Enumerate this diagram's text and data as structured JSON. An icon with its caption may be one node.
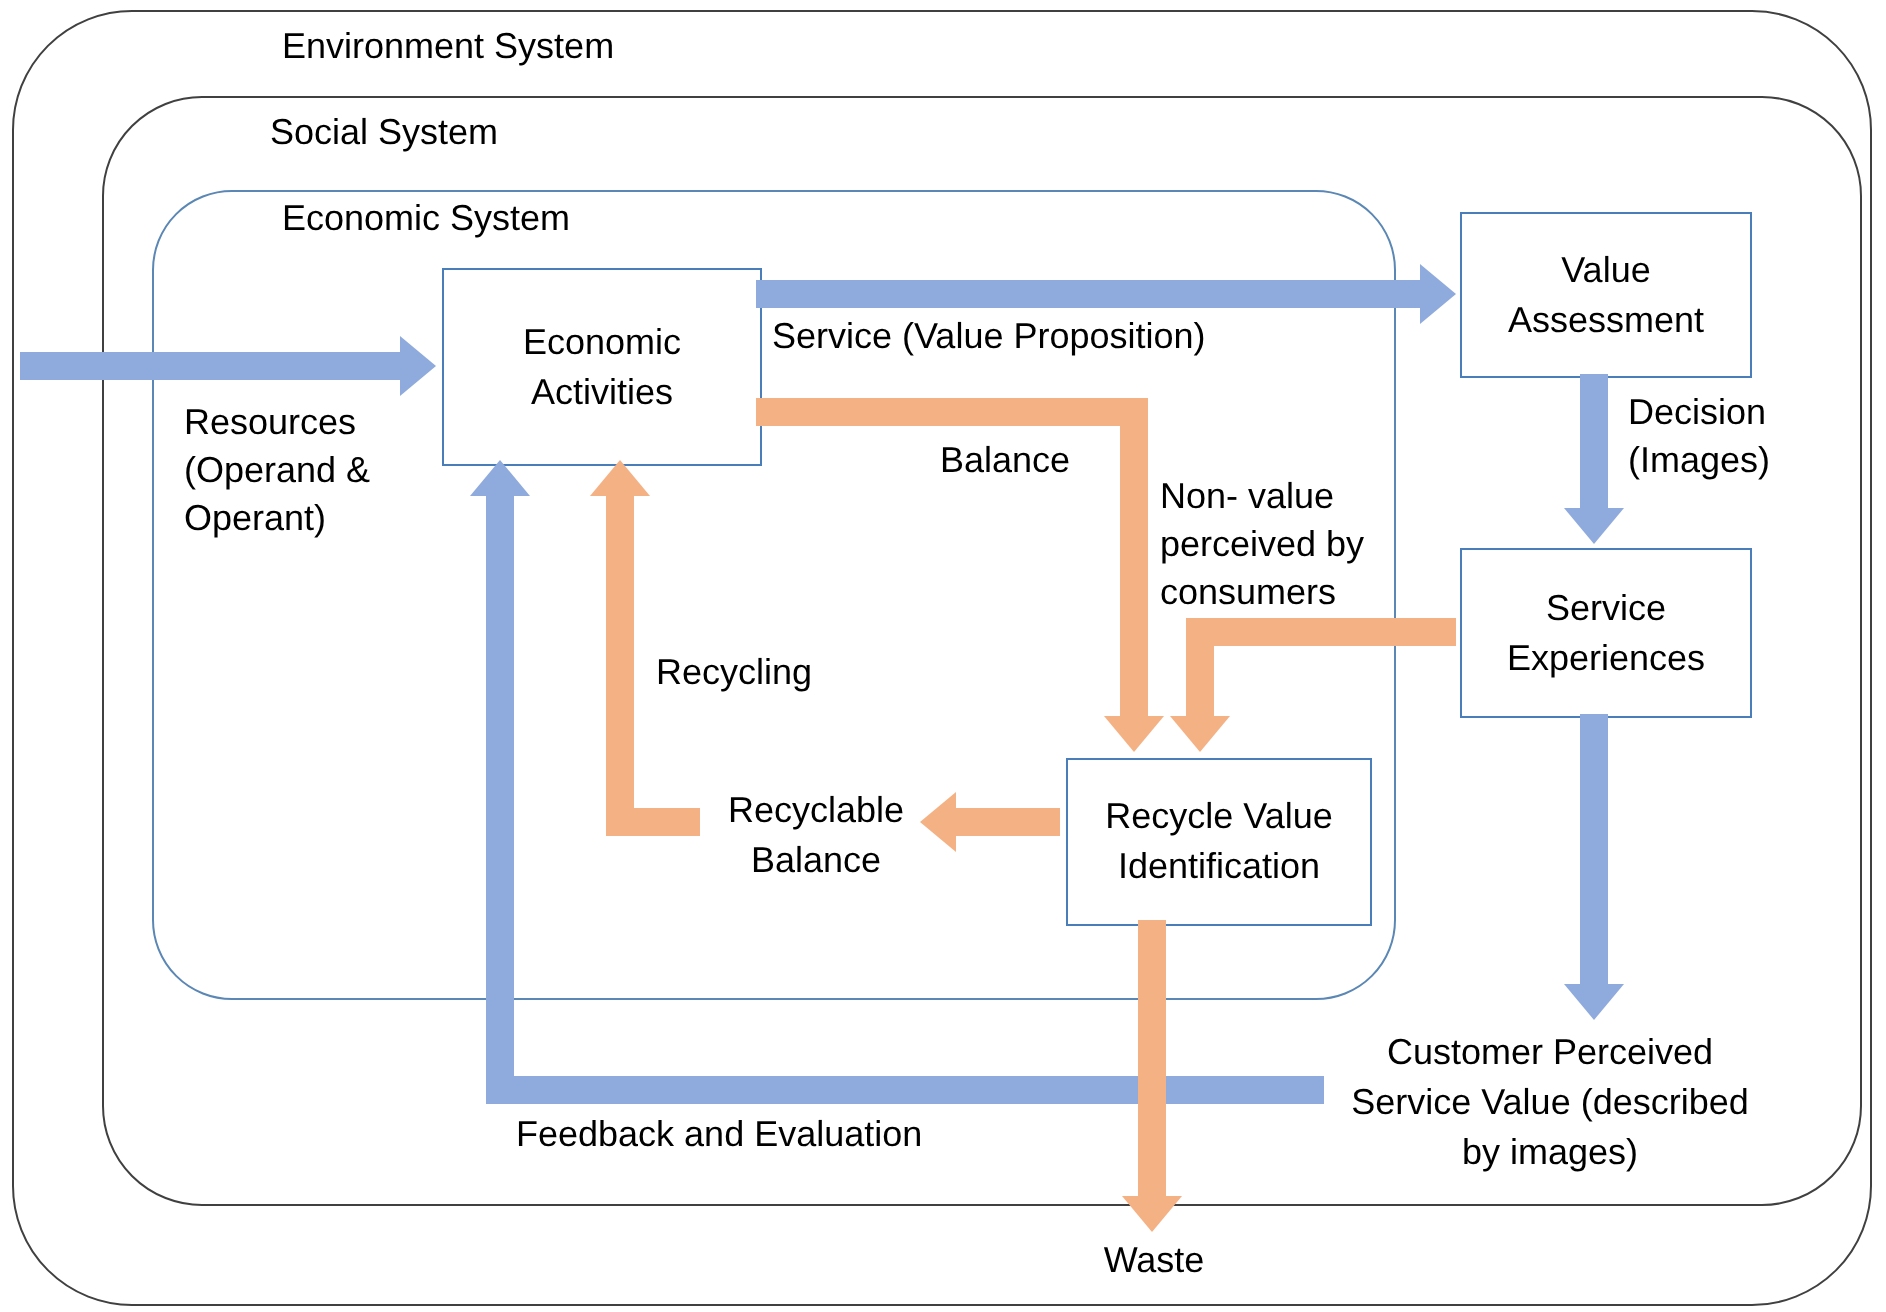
{
  "diagram": {
    "nodes": [
      {
        "text": [
          "Environment System"
        ]
      },
      {
        "text": [
          "Social System"
        ],
        "in": 0
      },
      {
        "text": [
          "Economic System"
        ],
        "in": 1
      },
      {
        "text": [
          "Economic Activities"
        ],
        "in": 2
      },
      {
        "text": [
          "Value Assessment"
        ],
        "in": 1
      },
      {
        "text": [
          "Service Experiences"
        ],
        "in": 1
      },
      {
        "text": [
          "Recycle Value Identification"
        ],
        "in": 2
      },
      {
        "text": [
          "Recyclable Balance"
        ],
        "in": 2
      },
      {
        "text": [
          "Customer Perceived Service Value (described by images)"
        ],
        "in": 1
      },
      {
        "text": [
          "Waste"
        ],
        "in": 0
      }
    ],
    "edges": [
      {
        "from": null,
        "to": 3,
        "arrow": "to",
        "label": "Resources (Operand & Operant)"
      },
      {
        "from": 3,
        "to": 4,
        "arrow": "to",
        "label": "Service (Value Proposition)"
      },
      {
        "from": 4,
        "to": 5,
        "arrow": "to",
        "label": "Decision (Images)"
      },
      {
        "from": 3,
        "to": 6,
        "arrow": "to",
        "label": "Balance",
        "color": "#f4b183"
      },
      {
        "from": 5,
        "to": 6,
        "arrow": "to",
        "label": "Non- value perceived by consumers",
        "color": "#f4b183"
      },
      {
        "from": 6,
        "to": 7,
        "arrow": "to",
        "color": "#f4b183"
      },
      {
        "from": 7,
        "to": 3,
        "arrow": "to",
        "label": "Recycling",
        "color": "#f4b183"
      },
      {
        "from": 5,
        "to": 8,
        "arrow": "to"
      },
      {
        "from": 8,
        "to": 3,
        "arrow": "to",
        "label": "Feedback and Evaluation"
      },
      {
        "from": 6,
        "to": 9,
        "arrow": "to",
        "color": "#f4b183"
      }
    ]
  }
}
